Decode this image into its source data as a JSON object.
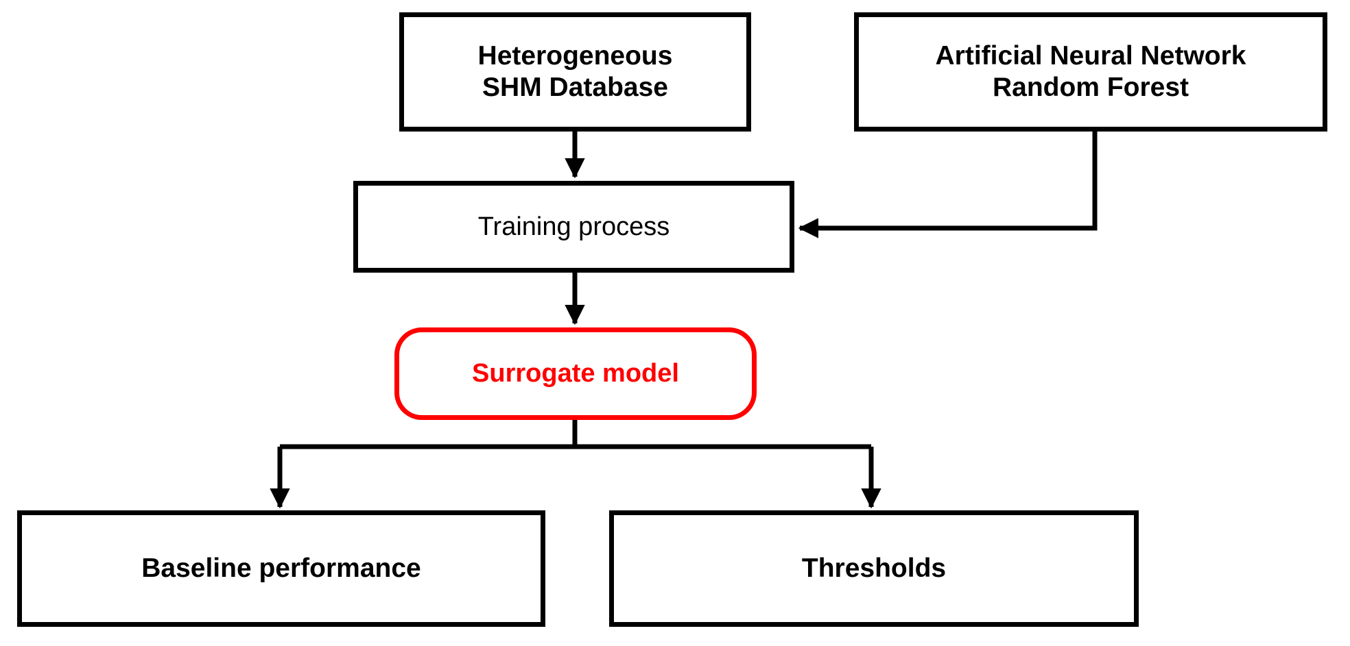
{
  "diagram": {
    "title": "Surrogate model training and output flowchart",
    "colors": {
      "stroke": "#000000",
      "accent": "#ff0000",
      "background": "#ffffff",
      "text": "#000000"
    },
    "nodes": {
      "database": {
        "label": "Heterogeneous\nSHM Database",
        "shape": "rectangle",
        "style": "bold"
      },
      "algorithms": {
        "label": "Artificial Neural Network\nRandom Forest",
        "shape": "rectangle",
        "style": "bold"
      },
      "training": {
        "label": "Training process",
        "shape": "rectangle",
        "style": "regular"
      },
      "surrogate": {
        "label": "Surrogate model",
        "shape": "rounded-rectangle",
        "style": "bold-red"
      },
      "baseline": {
        "label": "Baseline performance",
        "shape": "rectangle",
        "style": "bold"
      },
      "thresholds": {
        "label": "Thresholds",
        "shape": "rectangle",
        "style": "bold"
      }
    },
    "edges": [
      {
        "name": "database-to-training",
        "from": "database",
        "to": "training",
        "type": "straight-down"
      },
      {
        "name": "algorithms-to-training",
        "from": "algorithms",
        "to": "training",
        "type": "elbow-down-left"
      },
      {
        "name": "training-to-surrogate",
        "from": "training",
        "to": "surrogate",
        "type": "straight-down"
      },
      {
        "name": "surrogate-to-baseline",
        "from": "surrogate",
        "to": "baseline",
        "type": "branch-down-left"
      },
      {
        "name": "surrogate-to-thresholds",
        "from": "surrogate",
        "to": "thresholds",
        "type": "branch-down-right"
      }
    ]
  }
}
